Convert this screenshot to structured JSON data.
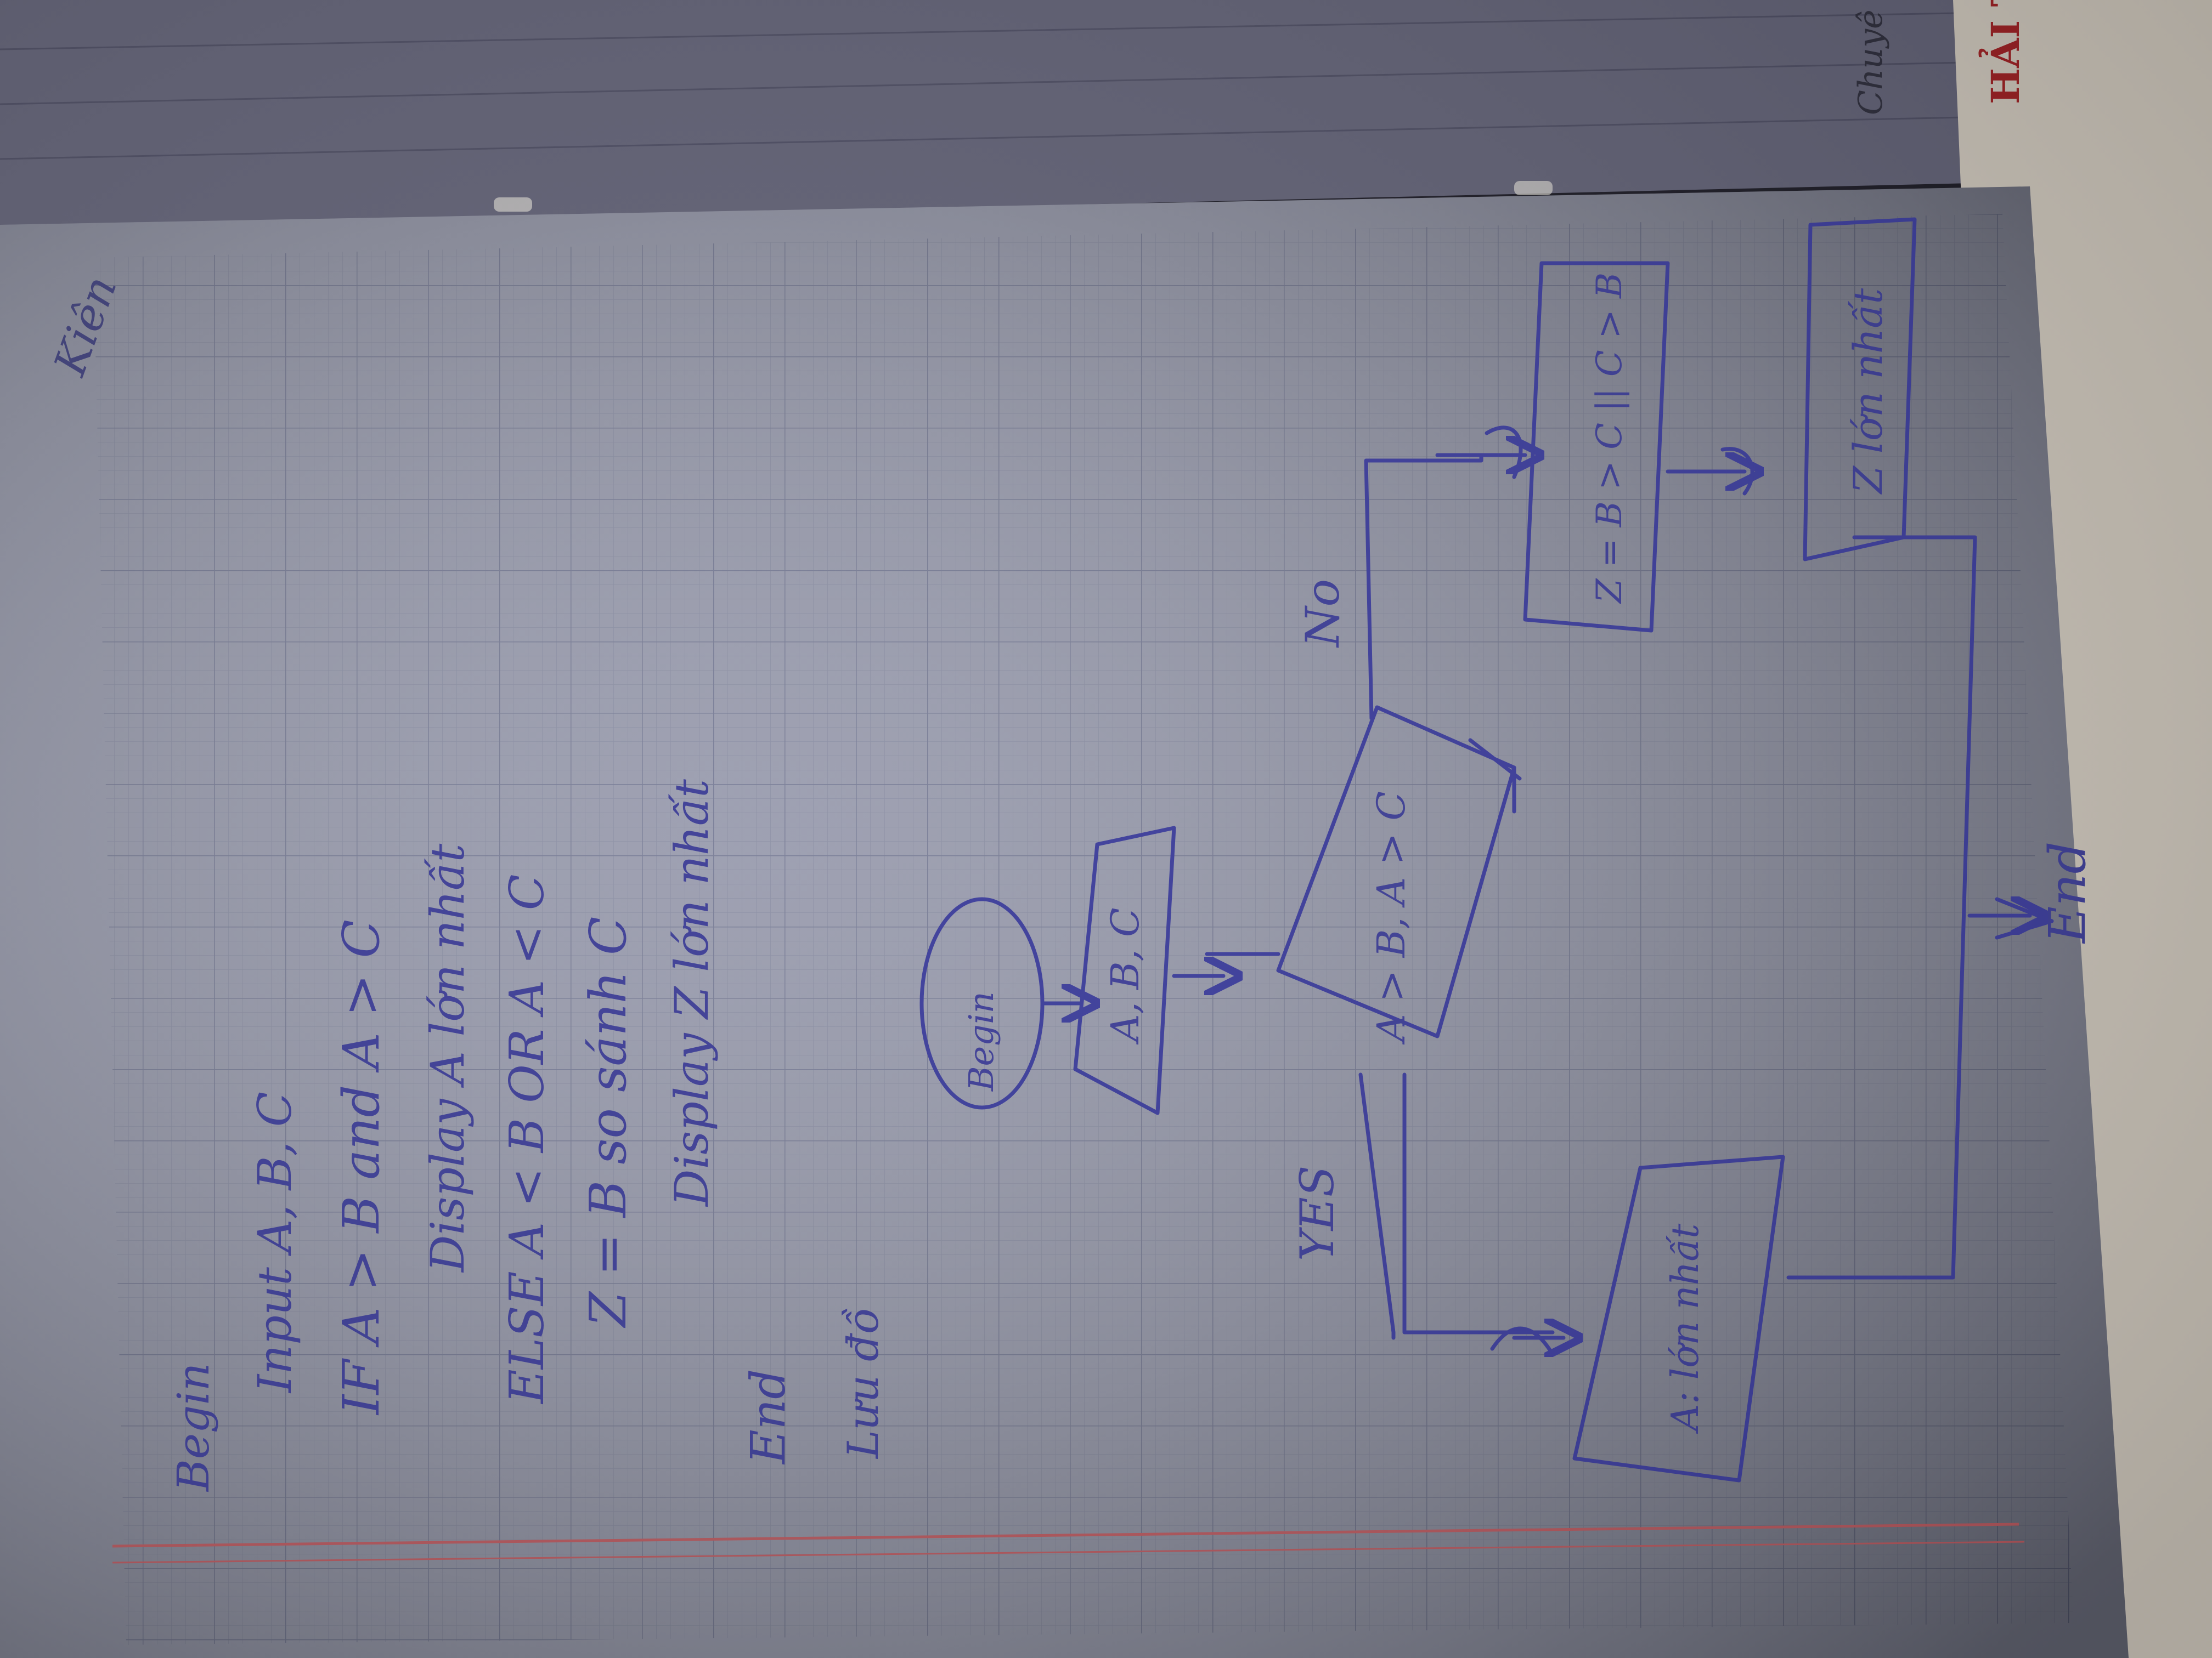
{
  "photo": {
    "paper_color": "#8f92a6",
    "grid_color": "#6f7390",
    "ink_color": "#3a3b9a",
    "margin_line_color": "#b2565c",
    "cover_color": "#c9c2b7",
    "background_color": "#1b1a24"
  },
  "signature": "Kiên",
  "cover": {
    "brand": "HẢI TI",
    "top_note": "Chuyê"
  },
  "pseudocode": {
    "lines": [
      "Begin",
      "Input A, B, C",
      "IF A > B and A > C",
      "Display A lớn nhất",
      "ELSE A < B OR A < C",
      "Z = B so sánh C",
      "Display Z lớn nhất",
      "End",
      "Lưu đồ"
    ]
  },
  "flowchart": {
    "begin": "Begin",
    "input": "A, B, C",
    "decision": "A > B, A > C",
    "yes_label": "YES",
    "no_label": "No",
    "yes_output": "A: lớn nhất",
    "compare_box": "Z = B > C || C > B",
    "z_output": "Z lớn nhất",
    "end": "End"
  }
}
